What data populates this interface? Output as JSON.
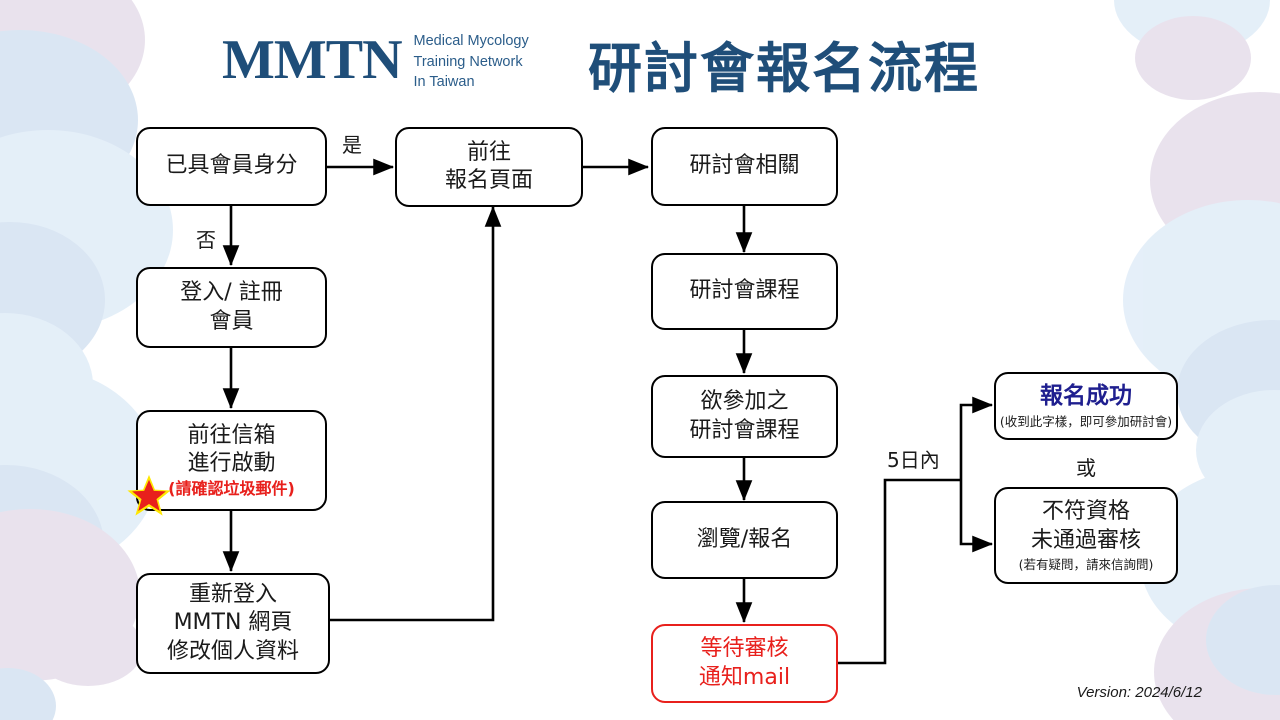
{
  "header": {
    "logo_mark": "MMTN",
    "logo_sub_line1": "Medical Mycology",
    "logo_sub_line2": "Training Network",
    "logo_sub_line3": "In Taiwan",
    "title": "研討會報名流程",
    "brand_color": "#1F4E79"
  },
  "footer": {
    "version": "Version: 2024/6/12"
  },
  "colors": {
    "box_border": "#000000",
    "box_border_alert": "#E8201C",
    "text_alert": "#E8201C",
    "text_success": "#1F1F8F",
    "title": "#1F4E79",
    "decor_blue": "#CFE0F2",
    "decor_lavender": "#DDD0E4"
  },
  "nodes": {
    "member_check": {
      "line1": "已具會員身分"
    },
    "login_register": {
      "line1": "登入/ 註冊",
      "line2": "會員"
    },
    "activate_mail": {
      "line1": "前往信箱",
      "line2": "進行啟動",
      "note": "(請確認垃圾郵件)"
    },
    "relogin_profile": {
      "line1": "重新登入",
      "line2": "MMTN 網頁",
      "line3": "修改個人資料"
    },
    "goto_signup_page": {
      "line1": "前往",
      "line2": "報名頁面"
    },
    "seminar_related": {
      "line1": "研討會相關"
    },
    "seminar_courses": {
      "line1": "研討會課程"
    },
    "desired_course": {
      "line1": "欲參加之",
      "line2": "研討會課程"
    },
    "browse_signup": {
      "line1": "瀏覽/報名"
    },
    "await_review": {
      "line1": "等待審核",
      "line2": "通知mail"
    },
    "success": {
      "line1": "報名成功",
      "note": "(收到此字樣，即可參加研討會)"
    },
    "rejected": {
      "line1": "不符資格",
      "line2": "未通過審核",
      "note": "(若有疑問，請來信詢問)"
    }
  },
  "edge_labels": {
    "yes": "是",
    "no": "否",
    "within_5_days": "5日內",
    "or": "或"
  },
  "icons": {
    "star": "red-star-alert"
  }
}
